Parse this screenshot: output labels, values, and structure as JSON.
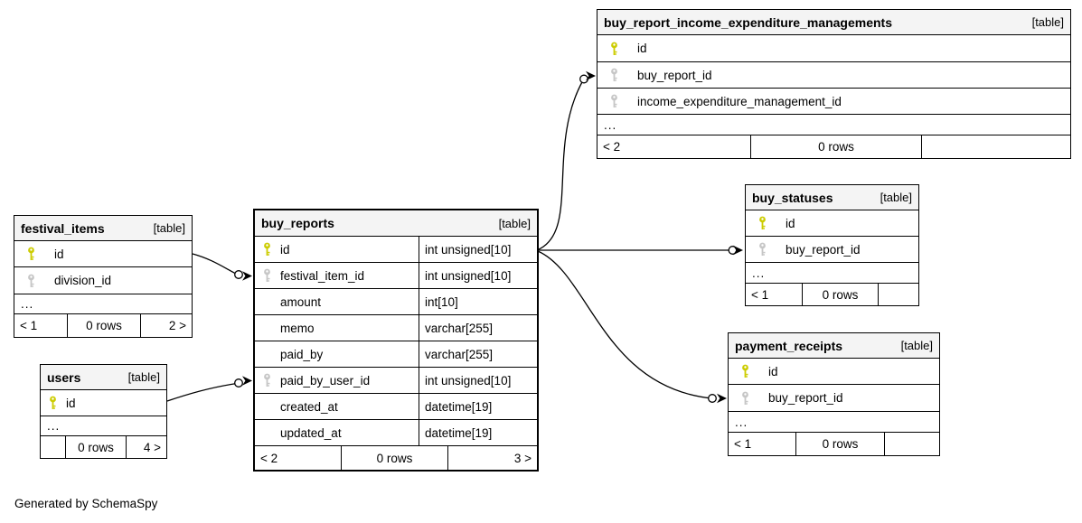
{
  "diagram": {
    "caption": "Generated by SchemaSpy",
    "colors": {
      "header_bg": "#f4f4f4",
      "primary_key": "#cccc00",
      "foreign_key": "#c6c6c6",
      "line": "#000000"
    }
  },
  "tables": {
    "buy_report_income_expenditure_managements": {
      "name": "buy_report_income_expenditure_managements",
      "badge": "[table]",
      "columns": [
        {
          "name": "id",
          "key": "primary-key"
        },
        {
          "name": "buy_report_id",
          "key": "foreign-key"
        },
        {
          "name": "income_expenditure_management_id",
          "key": "foreign-key"
        },
        {
          "name": "..."
        }
      ],
      "footer": {
        "left": "< 2",
        "center": "0 rows",
        "right": ""
      }
    },
    "buy_statuses": {
      "name": "buy_statuses",
      "badge": "[table]",
      "columns": [
        {
          "name": "id",
          "key": "primary-key"
        },
        {
          "name": "buy_report_id",
          "key": "foreign-key"
        },
        {
          "name": "..."
        }
      ],
      "footer": {
        "left": "< 1",
        "center": "0 rows",
        "right": ""
      }
    },
    "payment_receipts": {
      "name": "payment_receipts",
      "badge": "[table]",
      "columns": [
        {
          "name": "id",
          "key": "primary-key"
        },
        {
          "name": "buy_report_id",
          "key": "foreign-key"
        },
        {
          "name": "..."
        }
      ],
      "footer": {
        "left": "< 1",
        "center": "0 rows",
        "right": ""
      }
    },
    "buy_reports": {
      "name": "buy_reports",
      "badge": "[table]",
      "columns": [
        {
          "name": "id",
          "type": "int unsigned[10]",
          "key": "primary-key"
        },
        {
          "name": "festival_item_id",
          "type": "int unsigned[10]",
          "key": "foreign-key"
        },
        {
          "name": "amount",
          "type": "int[10]"
        },
        {
          "name": "memo",
          "type": "varchar[255]"
        },
        {
          "name": "paid_by",
          "type": "varchar[255]"
        },
        {
          "name": "paid_by_user_id",
          "type": "int unsigned[10]",
          "key": "foreign-key"
        },
        {
          "name": "created_at",
          "type": "datetime[19]"
        },
        {
          "name": "updated_at",
          "type": "datetime[19]"
        }
      ],
      "footer": {
        "left": "< 2",
        "center": "0 rows",
        "right": "3 >"
      }
    },
    "festival_items": {
      "name": "festival_items",
      "badge": "[table]",
      "columns": [
        {
          "name": "id",
          "key": "primary-key"
        },
        {
          "name": "division_id",
          "key": "foreign-key"
        },
        {
          "name": "..."
        }
      ],
      "footer": {
        "left": "< 1",
        "center": "0 rows",
        "right": "2 >"
      }
    },
    "users": {
      "name": "users",
      "badge": "[table]",
      "columns": [
        {
          "name": "id",
          "key": "primary-key"
        },
        {
          "name": "..."
        }
      ],
      "footer": {
        "left": "",
        "center": "0 rows",
        "right": "4 >"
      }
    }
  },
  "edges": [
    {
      "from": "buy_reports.id",
      "to": "buy_report_income_expenditure_managements.buy_report_id"
    },
    {
      "from": "buy_reports.id",
      "to": "buy_statuses.buy_report_id"
    },
    {
      "from": "buy_reports.id",
      "to": "payment_receipts.buy_report_id"
    },
    {
      "from": "festival_items.id",
      "to": "buy_reports.festival_item_id"
    },
    {
      "from": "users.id",
      "to": "buy_reports.paid_by_user_id"
    }
  ]
}
